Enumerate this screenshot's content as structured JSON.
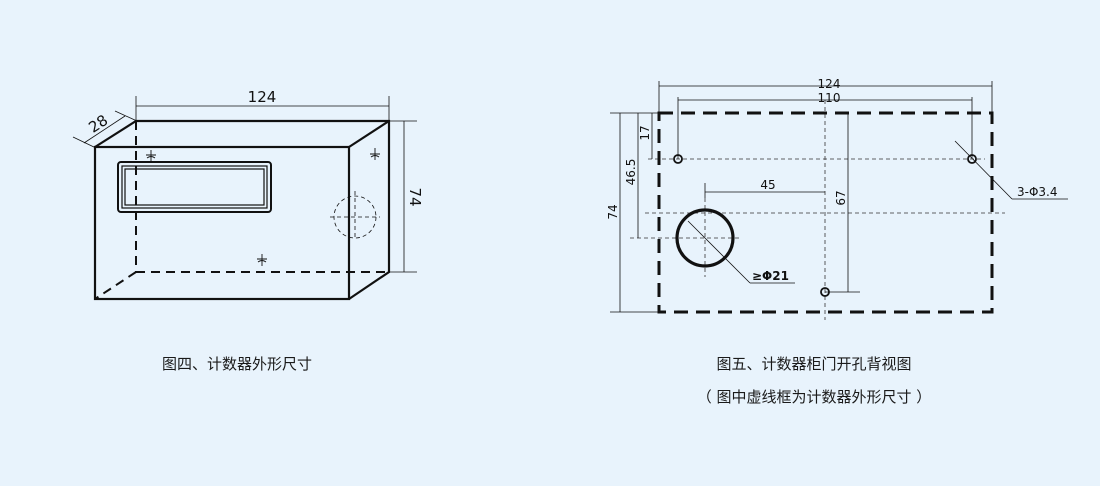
{
  "figure4": {
    "caption": "图四、计数器外形尺寸",
    "dims": {
      "width": "124",
      "depth": "28",
      "height": "74"
    }
  },
  "figure5": {
    "caption_line1": "图五、计数器柜门开孔背视图",
    "caption_line2": "（ 图中虚线框为计数器外形尺寸 ）",
    "dims": {
      "width": "124",
      "hole_span": "110",
      "height": "74",
      "top_offset": "17",
      "big_hole_offset": "46.5",
      "center_offset": "45",
      "bottom_hole_offset": "67",
      "small_holes": "3-Φ3.4",
      "big_hole": "≥Φ21"
    }
  }
}
